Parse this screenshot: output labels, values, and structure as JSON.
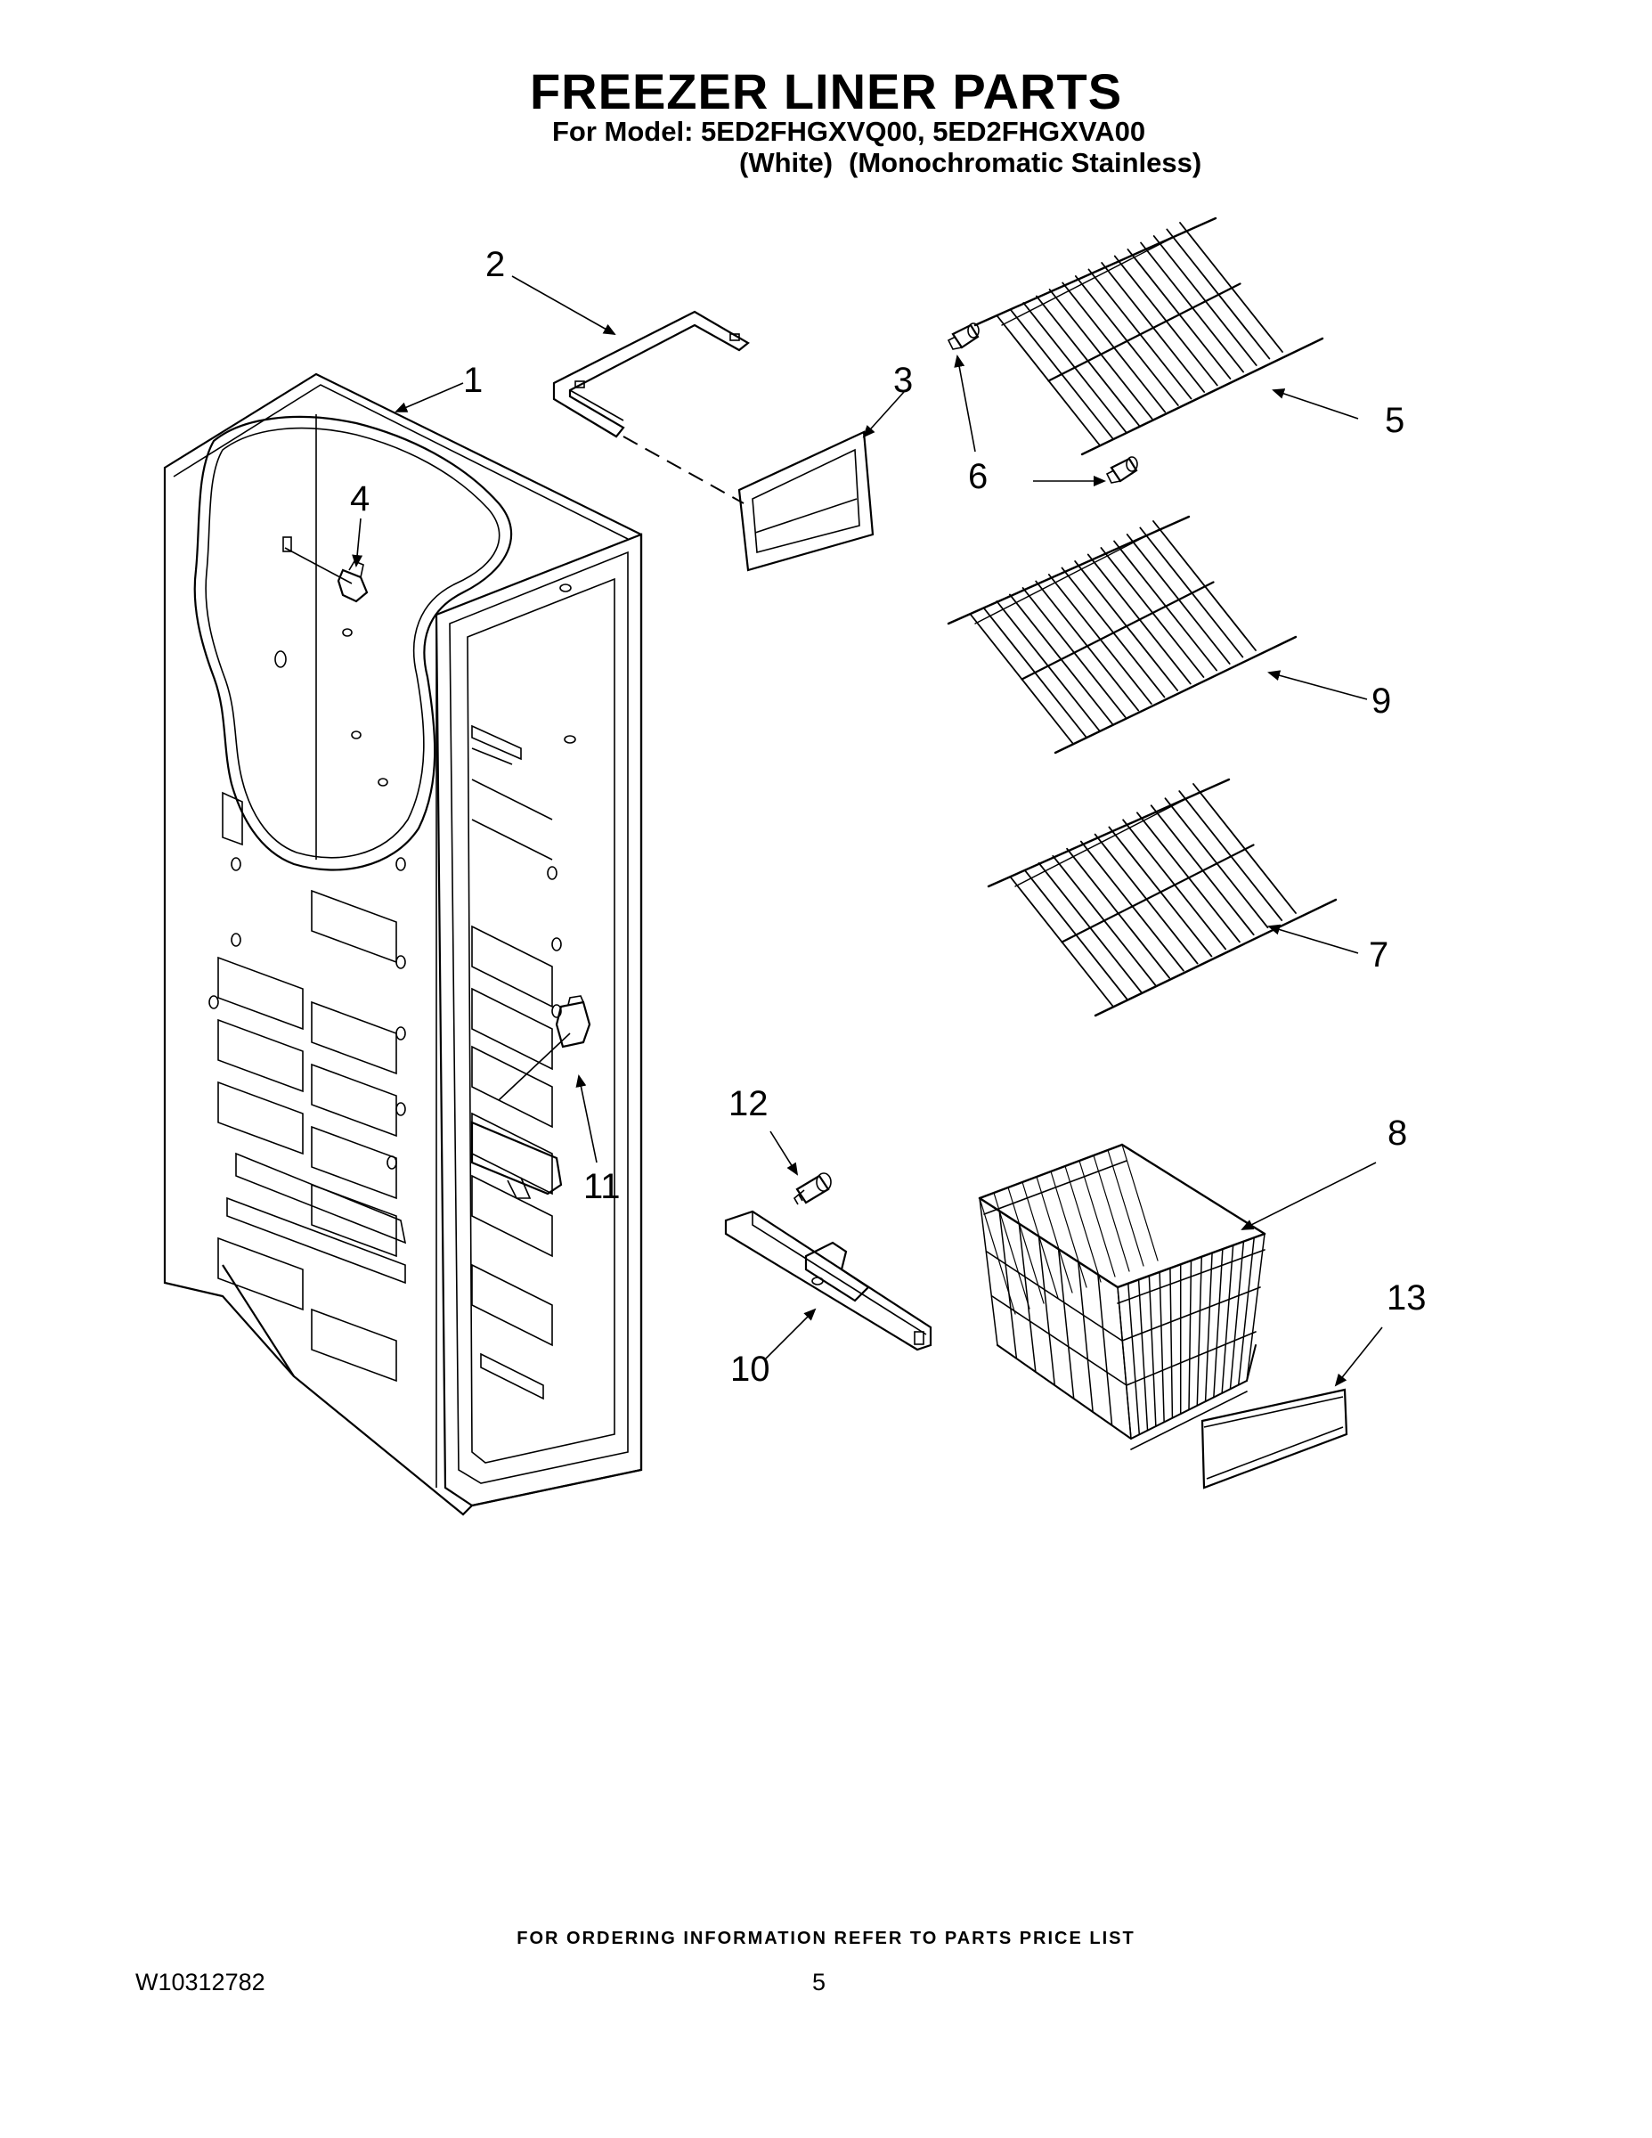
{
  "header": {
    "title": "FREEZER LINER PARTS",
    "model_line": "For Model: 5ED2FHGXVQ00, 5ED2FHGXVA00",
    "variants": [
      "(White)",
      "(Monochromatic Stainless)"
    ]
  },
  "callouts": [
    "1",
    "2",
    "3",
    "4",
    "5",
    "6",
    "7",
    "8",
    "9",
    "10",
    "11",
    "12",
    "13"
  ],
  "footer": {
    "ordering_note": "FOR ORDERING INFORMATION REFER TO PARTS PRICE LIST",
    "document_number": "W10312782",
    "page_number": "5"
  }
}
